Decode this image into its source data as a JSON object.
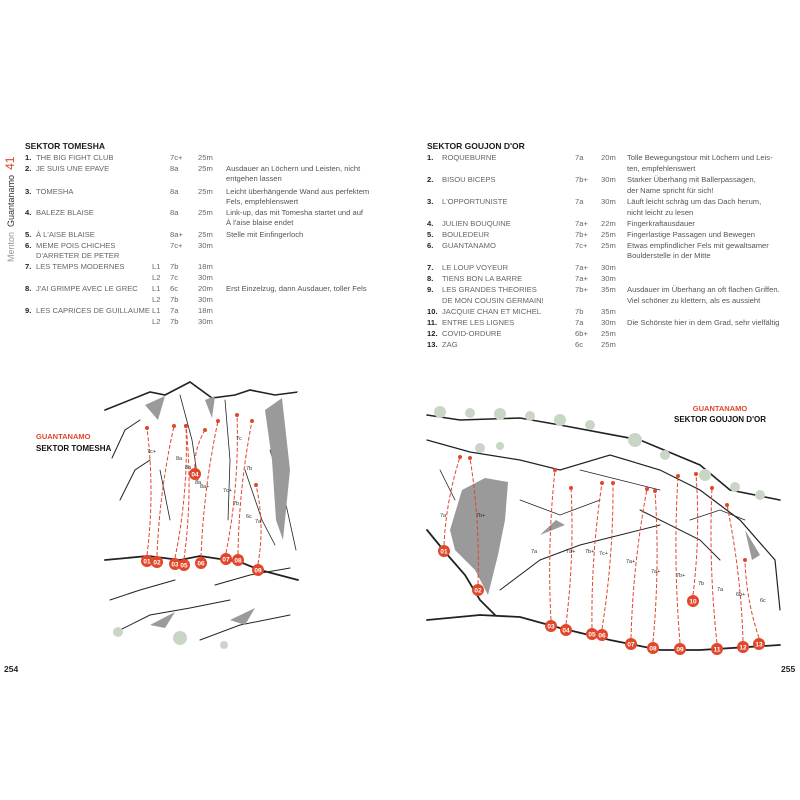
{
  "side_tab": {
    "region": "Menton",
    "area": "Guantanamo",
    "chapter": "41"
  },
  "left": {
    "sector_title": "SEKTOR TOMESHA",
    "rows": [
      {
        "num": "1.",
        "name": "THE BIG FIGHT CLUB",
        "pitch": "",
        "grade": "7c+",
        "length": "25m",
        "desc": ""
      },
      {
        "num": "2.",
        "name": "JE SUIS UNE EPAVE",
        "pitch": "",
        "grade": "8a",
        "length": "25m",
        "desc": "Ausdauer an Löchern und Leisten, nicht"
      },
      {
        "num": "",
        "name": "",
        "pitch": "",
        "grade": "",
        "length": "",
        "desc": "entgehen lassen"
      },
      {
        "num": "3.",
        "name": "TOMESHA",
        "pitch": "",
        "grade": "8a",
        "length": "25m",
        "desc": "Leicht überhängende Wand aus perfektem"
      },
      {
        "num": "",
        "name": "",
        "pitch": "",
        "grade": "",
        "length": "",
        "desc": "Fels, empfehlenswert"
      },
      {
        "num": "4.",
        "name": "BALEZE BLAISE",
        "pitch": "",
        "grade": "8a",
        "length": "25m",
        "desc": "Link-up, das mit Tomesha startet und auf"
      },
      {
        "num": "",
        "name": "",
        "pitch": "",
        "grade": "",
        "length": "",
        "desc": "À l'aise blaise endet"
      },
      {
        "num": "5.",
        "name": "À L'AISE BLAISE",
        "pitch": "",
        "grade": "8a+",
        "length": "25m",
        "desc": "Stelle mit Einfingerloch"
      },
      {
        "num": "6.",
        "name": "MEME POIS CHICHES",
        "pitch": "",
        "grade": "7c+",
        "length": "30m",
        "desc": ""
      },
      {
        "num": "",
        "name": "D'ARRETER DE PETER",
        "pitch": "",
        "grade": "",
        "length": "",
        "desc": ""
      },
      {
        "num": "7.",
        "name": "LES TEMPS MODERNES",
        "pitch": "L1",
        "grade": "7b",
        "length": "18m",
        "desc": ""
      },
      {
        "num": "",
        "name": "",
        "pitch": "L2",
        "grade": "7c",
        "length": "30m",
        "desc": ""
      },
      {
        "num": "8.",
        "name": "J'AI GRIMPE AVEC LE GREC",
        "pitch": "L1",
        "grade": "6c",
        "length": "20m",
        "desc": "Erst Einzelzug, dann Ausdauer, toller Fels"
      },
      {
        "num": "",
        "name": "",
        "pitch": "L2",
        "grade": "7b",
        "length": "30m",
        "desc": ""
      },
      {
        "num": "9.",
        "name": "LES CAPRICES DE GUILLAUME",
        "pitch": "L1",
        "grade": "7a",
        "length": "18m",
        "desc": ""
      },
      {
        "num": "",
        "name": "",
        "pitch": "L2",
        "grade": "7b",
        "length": "30m",
        "desc": ""
      }
    ],
    "topo": {
      "area_label": "GUANTANAMO",
      "sector_label": "SEKTOR TOMESHA",
      "markers": [
        "01",
        "02",
        "03",
        "04",
        "05",
        "06",
        "07",
        "08",
        "09"
      ],
      "grades": [
        "7c+",
        "8a",
        "8a",
        "8a",
        "8a+",
        "7c+",
        "7b",
        "7c",
        "7b",
        "6c",
        "7a"
      ]
    },
    "page_number": "254"
  },
  "right": {
    "sector_title": "SEKTOR GOUJON D'OR",
    "rows": [
      {
        "num": "1.",
        "name": "ROQUEBURNE",
        "grade": "7a",
        "length": "20m",
        "desc": "Tolle Bewegungstour mit Löchern und Leis-"
      },
      {
        "num": "",
        "name": "",
        "grade": "",
        "length": "",
        "desc": "ten, empfehlenswert"
      },
      {
        "num": "2.",
        "name": "BISOU BICEPS",
        "grade": "7b+",
        "length": "30m",
        "desc": "Starker Überhang mit Ballerpassagen,"
      },
      {
        "num": "",
        "name": "",
        "grade": "",
        "length": "",
        "desc": "der Name spricht für sich!"
      },
      {
        "num": "3.",
        "name": "L'OPPORTUNISTE",
        "grade": "7a",
        "length": "30m",
        "desc": "Läuft leicht schräg um das Dach herum,"
      },
      {
        "num": "",
        "name": "",
        "grade": "",
        "length": "",
        "desc": "nicht leicht zu lesen"
      },
      {
        "num": "4.",
        "name": "JULIEN BOUQUINE",
        "grade": "7a+",
        "length": "22m",
        "desc": "Fingerkraftausdauer"
      },
      {
        "num": "5.",
        "name": "BOULEDEUR",
        "grade": "7b+",
        "length": "25m",
        "desc": "Fingerlastige Passagen und Bewegen"
      },
      {
        "num": "6.",
        "name": "GUANTANAMO",
        "grade": "7c+",
        "length": "25m",
        "desc": "Etwas empfindlicher Fels mit gewaltsamer"
      },
      {
        "num": "",
        "name": "",
        "grade": "",
        "length": "",
        "desc": "Boulderstelle in der Mitte"
      },
      {
        "num": "7.",
        "name": "LE LOUP VOYEUR",
        "grade": "7a+",
        "length": "30m",
        "desc": ""
      },
      {
        "num": "8.",
        "name": "TIENS BON LA BARRE",
        "grade": "7a+",
        "length": "30m",
        "desc": ""
      },
      {
        "num": "9.",
        "name": "LES GRANDES THEORIES",
        "grade": "7b+",
        "length": "35m",
        "desc": "Ausdauer im Überhang an oft flachen Griffen."
      },
      {
        "num": "",
        "name": "DE MON COUSIN GERMAIN!",
        "grade": "",
        "length": "",
        "desc": "Viel schöner zu klettern, als es aussieht"
      },
      {
        "num": "10.",
        "name": "JACQUIE CHAN ET MICHEL",
        "grade": "7b",
        "length": "35m",
        "desc": ""
      },
      {
        "num": "11.",
        "name": "ENTRE LES LIGNES",
        "grade": "7a",
        "length": "30m",
        "desc": "Die Schönste hier in dem Grad, sehr vielfältig"
      },
      {
        "num": "12.",
        "name": "COVID-ORDURE",
        "grade": "6b+",
        "length": "25m",
        "desc": ""
      },
      {
        "num": "13.",
        "name": "ZAG",
        "grade": "6c",
        "length": "25m",
        "desc": ""
      }
    ],
    "topo": {
      "area_label": "GUANTANAMO",
      "sector_label": "SEKTOR GOUJON D'OR",
      "markers": [
        "01",
        "02",
        "03",
        "04",
        "05",
        "06",
        "07",
        "08",
        "09",
        "10",
        "11",
        "12",
        "13"
      ],
      "grades": [
        "7a",
        "7b+",
        "7a",
        "7a+",
        "7b+",
        "7c+",
        "7a+",
        "7a+",
        "7b+",
        "7b",
        "7a",
        "6b+",
        "6c"
      ]
    },
    "page_number": "255"
  },
  "colors": {
    "accent": "#e0472b",
    "rock_shade": "#9a9a9a",
    "vegetation": "#c9d6c6"
  }
}
